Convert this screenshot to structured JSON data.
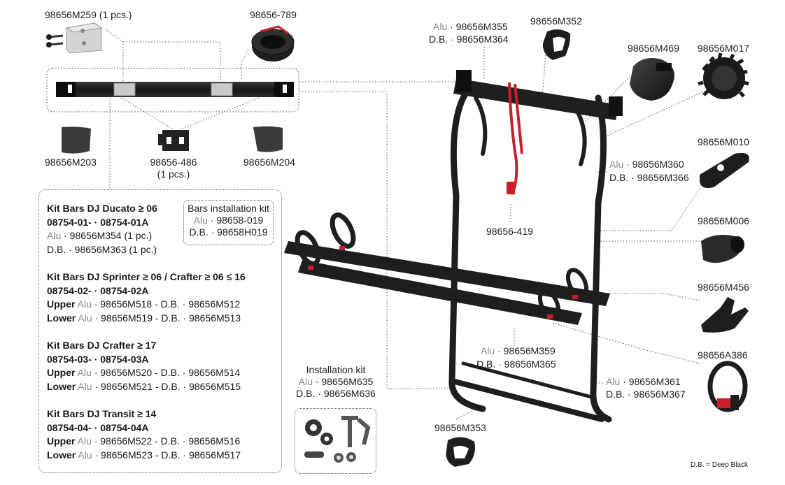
{
  "parts": {
    "m259": "98656M259 (1 pcs.)",
    "p789": "98656-789",
    "m203": "98656M203",
    "p486_a": "98656-486",
    "p486_b": "(1 pcs.)",
    "m204": "98656M204",
    "alu": "Alu",
    "db": "D.B.",
    "m355": "· 98656M355",
    "m364": "· 98656M364",
    "m352": "98656M352",
    "m469": "98656M469",
    "m017": "98656M017",
    "m010": "98656M010",
    "m360": "· 98656M360",
    "m366": "· 98656M366",
    "p419": "98656-419",
    "m006": "98656M006",
    "m456": "98656M456",
    "m359": "· 98656M359",
    "m365": "· 98656M365",
    "a386": "98656A386",
    "m361": "· 98656M361",
    "m367": "· 98656M367",
    "m353": "98656M353"
  },
  "bars_kit": {
    "title": "Bars installation kit",
    "alu_label": "Alu",
    "alu_code": "· 98658-019",
    "db_label": "D.B.",
    "db_code": "· 98658H019"
  },
  "install_kit": {
    "title": "Installation kit",
    "alu_label": "Alu",
    "alu_code": "· 98656M635",
    "db_label": "D.B.",
    "db_code": "· 98656M636"
  },
  "kits": {
    "ducato": {
      "title": "Kit Bars DJ Ducato ≥ 06",
      "codes": "08754-01- ·  08754-01A",
      "alu_label": "Alu",
      "alu_code": "· 98656M354 (1 pc.)",
      "db_line": "D.B. · 98656M363 (1 pc.)"
    },
    "sprinter": {
      "title": "Kit Bars DJ Sprinter ≥ 06 / Crafter ≥ 06 ≤ 16",
      "codes": "08754-02- ·  08754-02A",
      "upper": "Upper",
      "lower": "Lower",
      "alu": "Alu",
      "upper_codes": "· 98656M518 - D.B. · 98656M512",
      "lower_codes": "· 98656M519 - D.B. · 98656M513"
    },
    "crafter": {
      "title": "Kit Bars DJ Crafter ≥ 17",
      "codes": "08754-03- ·  08754-03A",
      "upper": "Upper",
      "lower": "Lower",
      "alu": "Alu",
      "upper_codes": "· 98656M520 - D.B. · 98656M514",
      "lower_codes": "· 98656M521 - D.B. · 98656M515"
    },
    "transit": {
      "title": "Kit Bars DJ Transit ≥ 14",
      "codes": "08754-04- ·  08754-04A",
      "upper": "Upper",
      "lower": "Lower",
      "alu": "Alu",
      "upper_codes": "· 98656M522 - D.B. · 98656M516",
      "lower_codes": "· 98656M523 - D.B. · 98656M517"
    }
  },
  "legend": "D.B. = Deep Black",
  "colors": {
    "part": "#1e1e1e",
    "strap_red": "#c8202a",
    "bracket": "#c9c9c9"
  }
}
